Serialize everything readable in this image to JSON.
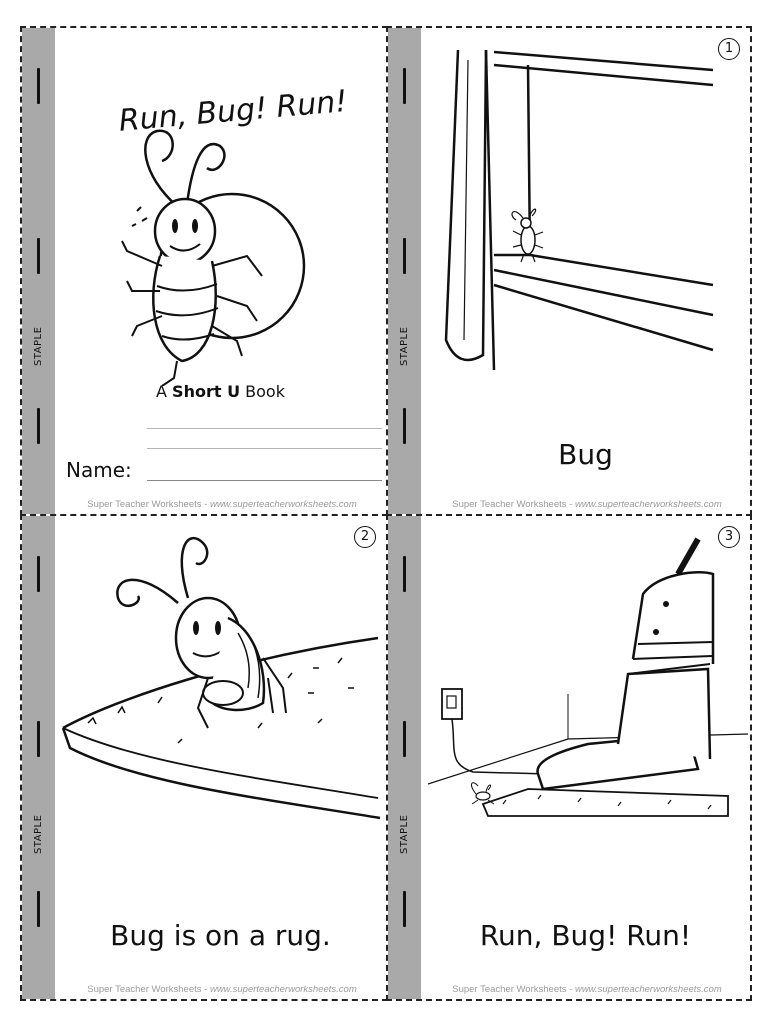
{
  "strip": {
    "staple_label": "STAPLE"
  },
  "cover": {
    "title": "Run, Bug! Run!",
    "subtitle_prefix": "A ",
    "subtitle_bold": "Short U",
    "subtitle_suffix": " Book",
    "name_label": "Name:"
  },
  "pages": [
    {
      "number": "1",
      "caption": "Bug"
    },
    {
      "number": "2",
      "caption": "Bug is on a rug."
    },
    {
      "number": "3",
      "caption": "Run, Bug! Run!"
    }
  ],
  "footer": {
    "brand": "Super Teacher Worksheets",
    "separator": " - ",
    "url": "www.superteacherworksheets.com"
  },
  "icons": [
    "bug-illustration",
    "wall-corner-illustration",
    "rug-illustration",
    "vacuum-illustration",
    "outlet-icon"
  ]
}
